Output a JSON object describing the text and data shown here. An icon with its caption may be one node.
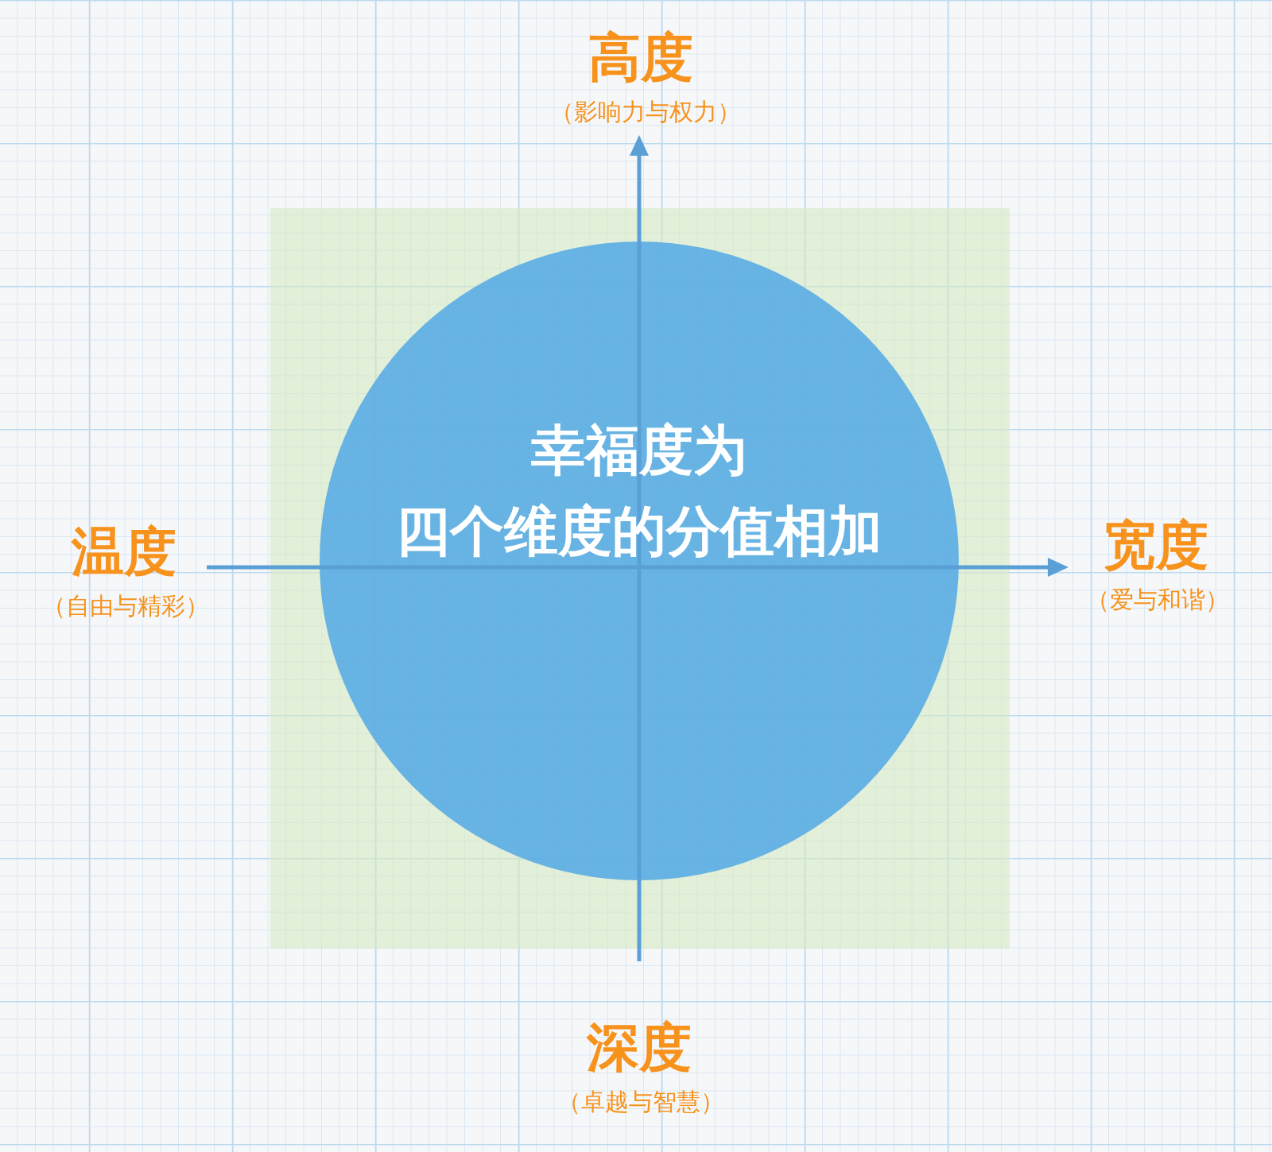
{
  "diagram": {
    "nodes": [
      {
        "text": [],
        "shape": "box"
      },
      {
        "text": [
          "幸福度为四个维度的分值相加"
        ],
        "in": 0
      }
    ],
    "labels": [
      "高度",
      "（影响力与权力）",
      "温度",
      "（自由与精彩）",
      "宽度",
      "（爱与和谐）",
      "深度",
      "（卓越与智慧）"
    ]
  }
}
